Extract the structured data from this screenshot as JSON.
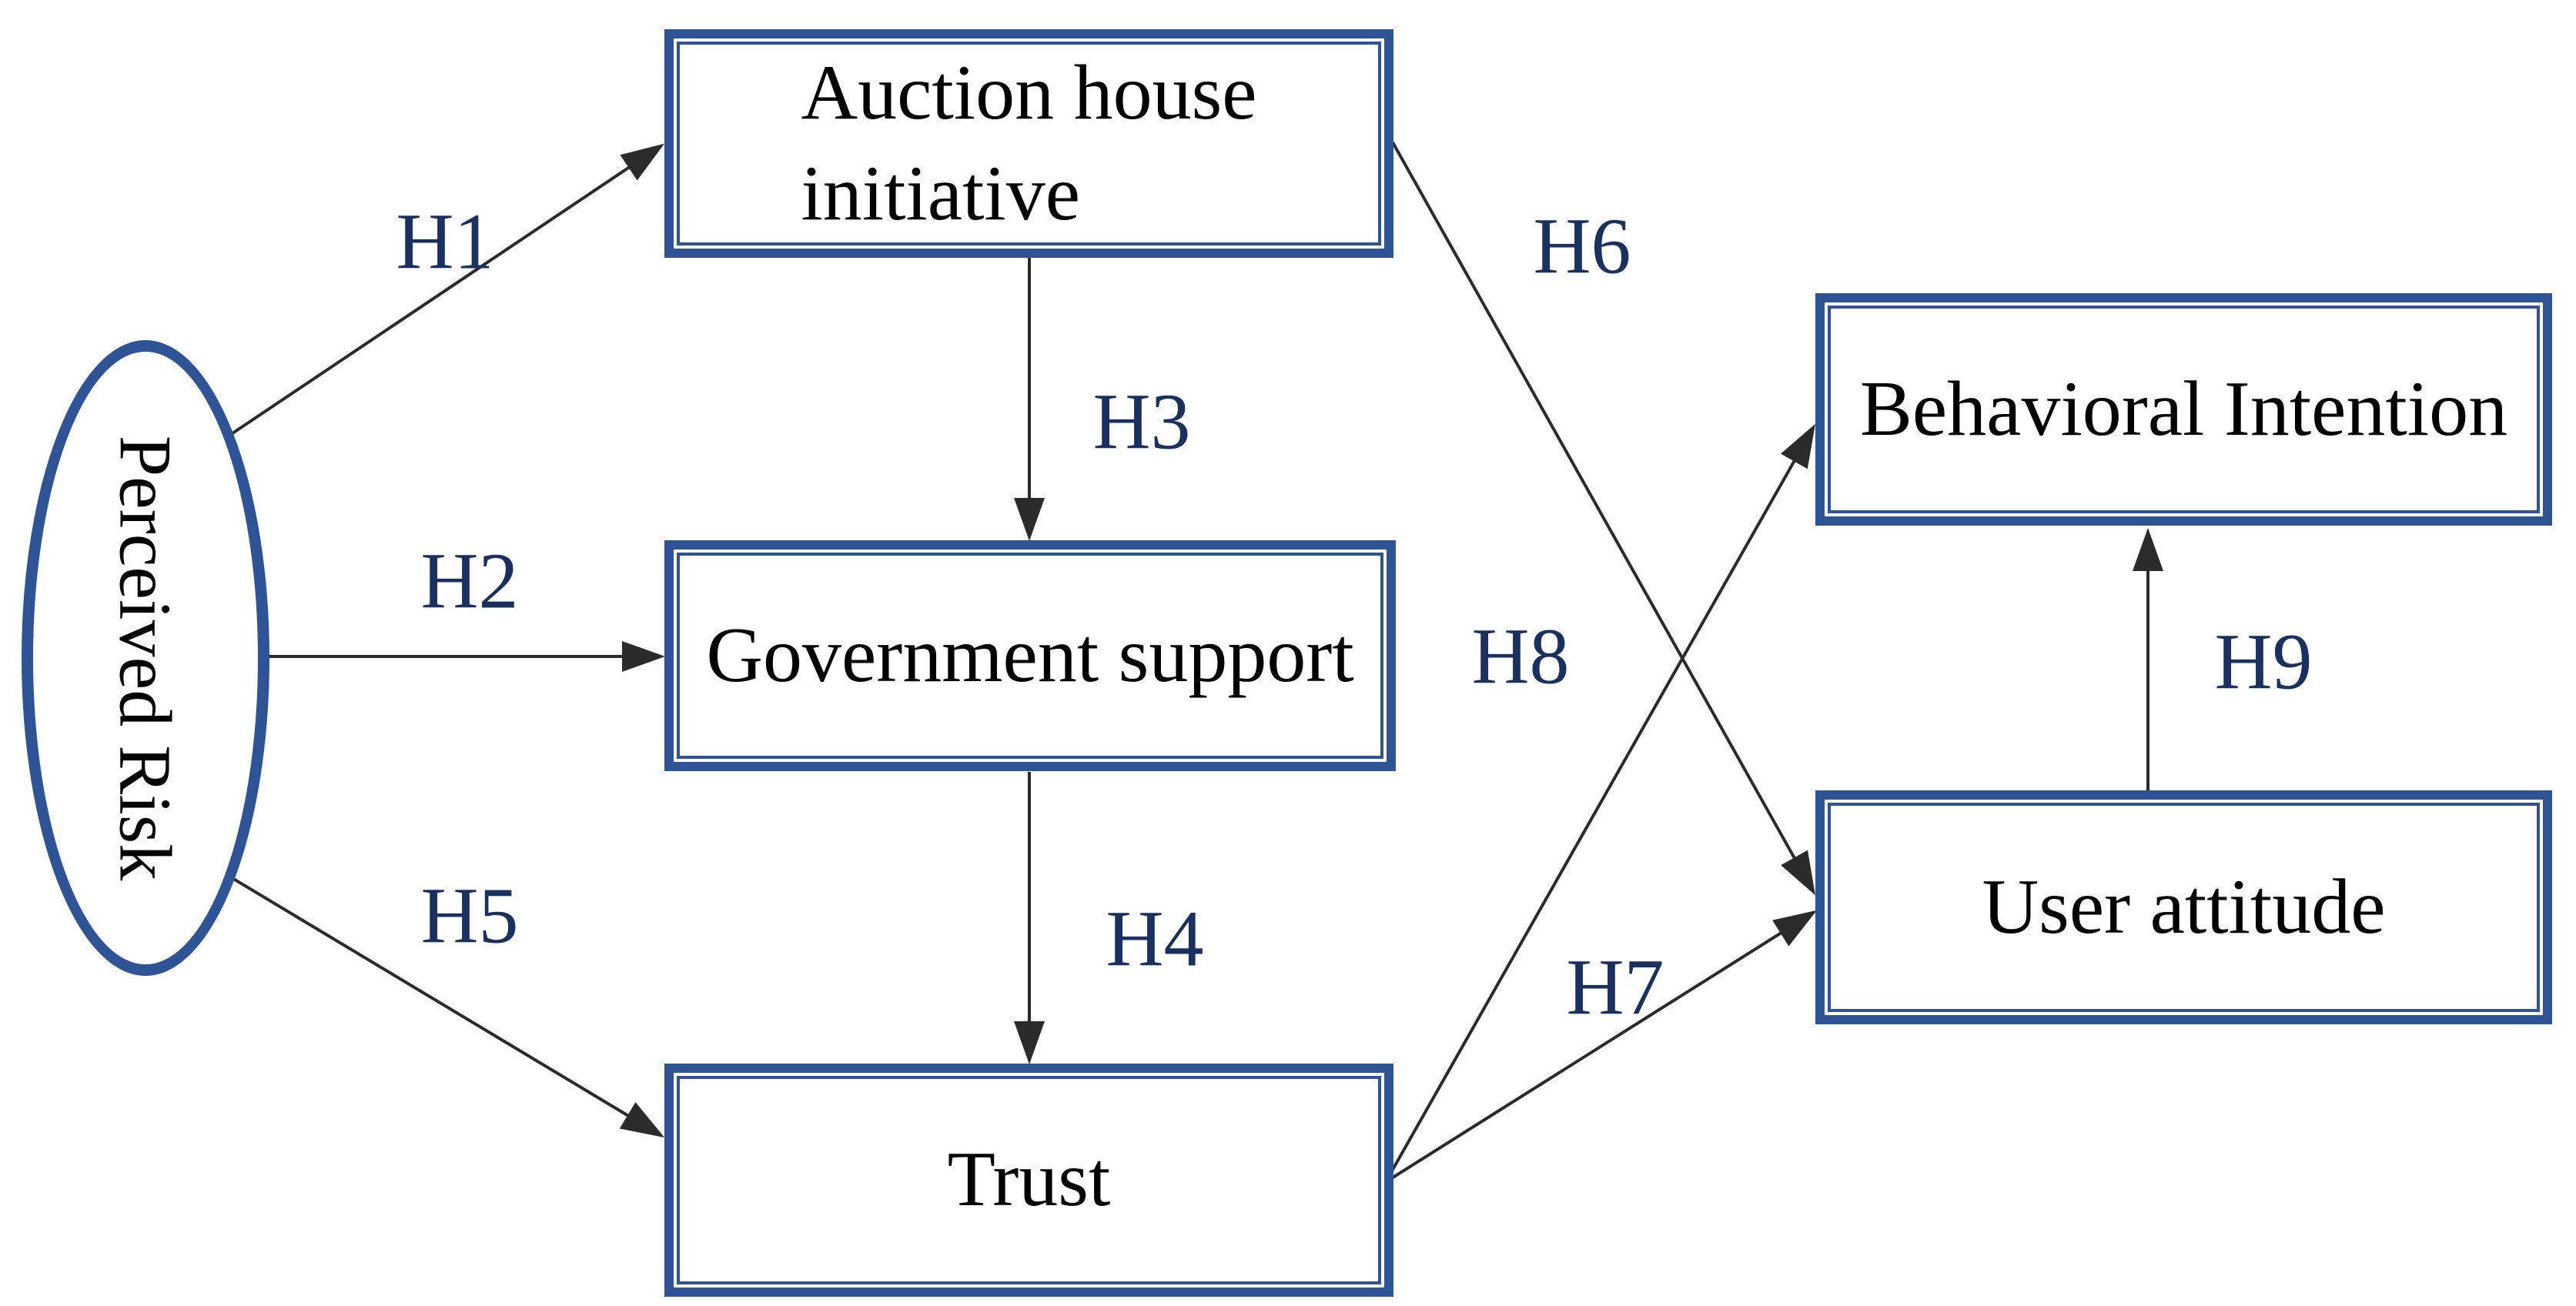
{
  "figure": {
    "type": "path-diagram",
    "colors": {
      "background": "#FFFFFF",
      "node_border": "#2F5496",
      "node_fill": "#FFFFFF",
      "node_text": "#000000",
      "hypothesis_label": "#1A3160",
      "arrow": "#2B2B2B"
    },
    "nodes": [
      {
        "id": "perceived-risk",
        "label": "Perceived Risk",
        "shape": "ellipse",
        "text_rotation_deg": 90
      },
      {
        "id": "auction-house-initiative",
        "label": "Auction house\ninitiative",
        "shape": "rect"
      },
      {
        "id": "government-support",
        "label": "Government support",
        "shape": "rect"
      },
      {
        "id": "trust",
        "label": "Trust",
        "shape": "rect"
      },
      {
        "id": "behavioral-intention",
        "label": "Behavioral Intention",
        "shape": "rect"
      },
      {
        "id": "user-attitude",
        "label": "User attitude",
        "shape": "rect"
      }
    ],
    "edges": [
      {
        "label": "H1",
        "from": "perceived-risk",
        "to": "auction-house-initiative"
      },
      {
        "label": "H2",
        "from": "perceived-risk",
        "to": "government-support"
      },
      {
        "label": "H3",
        "from": "auction-house-initiative",
        "to": "government-support"
      },
      {
        "label": "H4",
        "from": "government-support",
        "to": "trust"
      },
      {
        "label": "H5",
        "from": "perceived-risk",
        "to": "trust"
      },
      {
        "label": "H6",
        "from": "auction-house-initiative",
        "to": "user-attitude"
      },
      {
        "label": "H7",
        "from": "trust",
        "to": "user-attitude"
      },
      {
        "label": "H8",
        "from": "trust",
        "to": "behavioral-intention"
      },
      {
        "label": "H9",
        "from": "user-attitude",
        "to": "behavioral-intention"
      }
    ]
  }
}
